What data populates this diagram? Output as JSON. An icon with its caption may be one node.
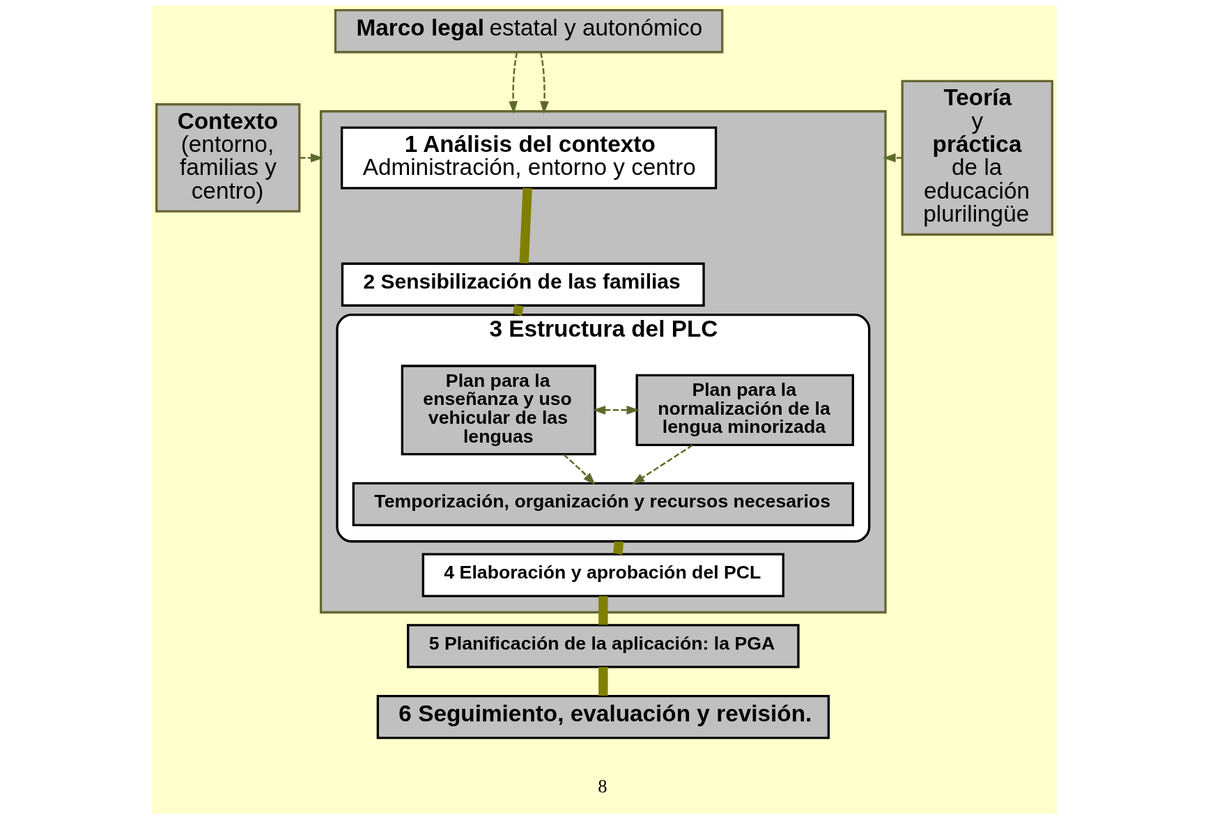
{
  "diagram": {
    "nodes": [
      {
        "text": [
          "**Marco legal** estatal y autonómico"
        ]
      },
      {
        "text": [],
        "shape": "box"
      },
      {
        "text": [
          "**1 Análisis del contexto**",
          "Administración, entorno y centro"
        ],
        "in": 1
      },
      {
        "text": [
          "**2 Sensibilización de las familias**"
        ],
        "in": 1
      },
      {
        "text": [
          "**3 Estructura del PLC**"
        ],
        "in": 1
      },
      {
        "text": [
          "**Plan para la enseñanza y uso vehicular de las lenguas**"
        ],
        "in": 4
      },
      {
        "text": [
          "**Plan para la normalización de la lengua minorizada**"
        ],
        "in": 4
      },
      {
        "text": [
          "**Temporización, organización y recursos necesarios**"
        ],
        "in": 4
      },
      {
        "text": [
          "**4 Elaboración y aprobación del PCL**"
        ],
        "in": 1
      },
      {
        "text": [
          "**5 Planificación de la aplicación: la PGA**"
        ]
      },
      {
        "text": [
          "**6 Seguimiento, evaluación y revisión.**"
        ]
      },
      {
        "text": [
          "**Contexto**",
          "(entorno, familias y centro)"
        ]
      },
      {
        "text": [
          "**Teoría** y **práctica** de la educación plurilingüe"
        ]
      }
    ],
    "edges": [
      {
        "from": 0,
        "to": 1,
        "arrow": "to",
        "style": "dashed"
      },
      {
        "from": 0,
        "to": 1,
        "arrow": "to",
        "style": "dashed"
      },
      {
        "from": 11,
        "to": 1,
        "arrow": "to",
        "style": "dashed"
      },
      {
        "from": 12,
        "to": 1,
        "arrow": "to",
        "style": "dashed"
      },
      {
        "from": 2,
        "to": 3,
        "arrow": "none",
        "style": "thick",
        "color": "#7f7f00"
      },
      {
        "from": 3,
        "to": 4,
        "arrow": "none",
        "style": "thick",
        "color": "#7f7f00"
      },
      {
        "from": 5,
        "to": 6,
        "arrow": "both",
        "style": "dashed"
      },
      {
        "from": 5,
        "to": 7,
        "arrow": "to",
        "style": "dashed"
      },
      {
        "from": 6,
        "to": 7,
        "arrow": "to",
        "style": "dashed"
      },
      {
        "from": 4,
        "to": 8,
        "arrow": "none",
        "style": "thick",
        "color": "#7f7f00"
      },
      {
        "from": 8,
        "to": 9,
        "arrow": "none",
        "style": "thick",
        "color": "#7f7f00"
      },
      {
        "from": 9,
        "to": 10,
        "arrow": "none",
        "style": "thick",
        "color": "#7f7f00"
      }
    ],
    "labels": [
      "8"
    ]
  }
}
